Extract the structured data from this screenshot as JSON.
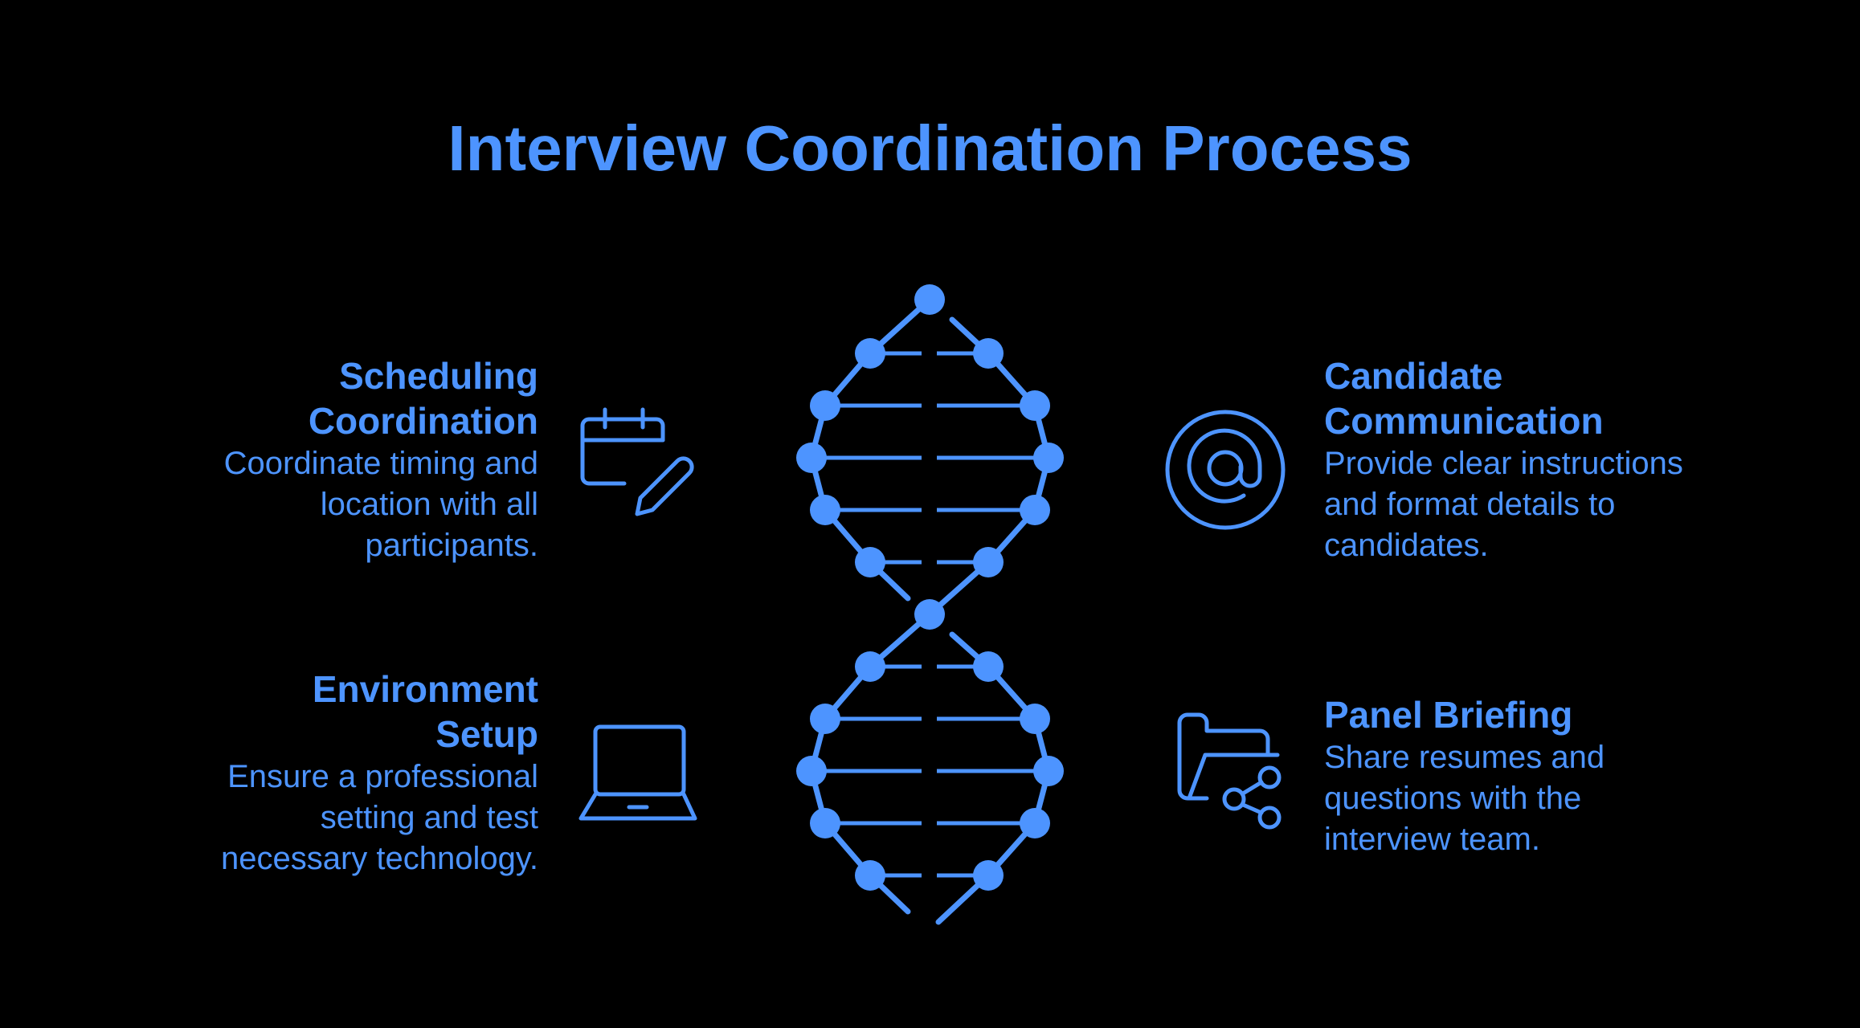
{
  "title": "Interview Coordination Process",
  "colors": {
    "accent": "#4D94FF",
    "background": "#000000"
  },
  "steps": [
    {
      "id": "scheduling",
      "title": "Scheduling Coordination",
      "title_lines": [
        "Scheduling",
        "Coordination"
      ],
      "description": "Coordinate timing and location with all participants.",
      "icon": "calendar-edit-icon",
      "side": "left"
    },
    {
      "id": "environment",
      "title": "Environment Setup",
      "title_lines": [
        "Environment",
        "Setup"
      ],
      "description": "Ensure a professional setting and test necessary technology.",
      "icon": "laptop-icon",
      "side": "left"
    },
    {
      "id": "communication",
      "title": "Candidate Communication",
      "title_lines": [
        "Candidate",
        "Communication"
      ],
      "description": "Provide clear instructions and format details to candidates.",
      "icon": "at-sign-icon",
      "side": "right"
    },
    {
      "id": "briefing",
      "title": "Panel Briefing",
      "title_lines": [
        "Panel Briefing"
      ],
      "description": "Share resumes and questions with the interview team.",
      "icon": "folder-share-icon",
      "side": "right"
    }
  ],
  "center_graphic": "dna-helix-icon"
}
